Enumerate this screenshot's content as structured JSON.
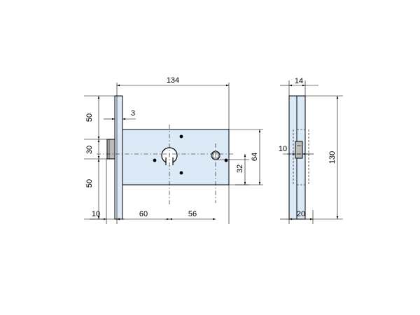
{
  "dimensions": {
    "length_total": "134",
    "faceplate_offset": "3",
    "top_height": "50",
    "bolt_height": "30",
    "bottom_height": "50",
    "bolt_projection": "10",
    "backset": "60",
    "center_distance": "56",
    "body_height": "64",
    "follower_spacing": "32",
    "side_width_top": "14",
    "side_slot_width": "10",
    "side_height": "130",
    "side_width_bottom": "20"
  }
}
